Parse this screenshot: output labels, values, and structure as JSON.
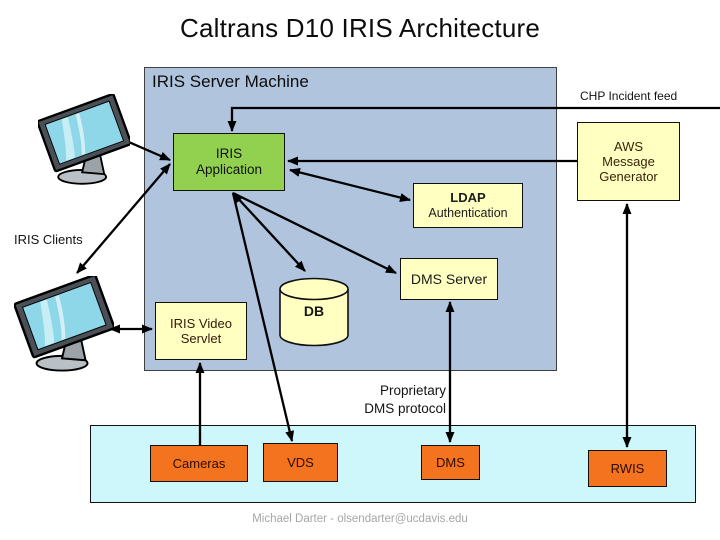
{
  "slide": {
    "title": "Caltrans D10 IRIS Architecture",
    "footer": "Michael Darter - olsendarter@ucdavis.edu"
  },
  "labels": {
    "chp_feed": "CHP Incident feed",
    "iris_clients": "IRIS Clients",
    "dms_protocol": "Proprietary\nDMS protocol"
  },
  "server_machine": {
    "label": "IRIS Server Machine",
    "nodes": {
      "iris_application": "IRIS\nApplication",
      "ldap_title": "LDAP",
      "ldap_sub": "Authentication",
      "dms_server": "DMS Server",
      "db": "DB",
      "iris_video_servlet": "IRIS Video\nServlet"
    }
  },
  "external_nodes": {
    "aws_message_generator": "AWS\nMessage\nGenerator"
  },
  "field_devices": {
    "cameras": "Cameras",
    "vds": "VDS",
    "dms": "DMS",
    "rwis": "RWIS"
  },
  "colors": {
    "server_box_fill": "#b0c4de",
    "application_green": "#92d050",
    "service_yellow": "#ffffc2",
    "device_orange": "#f4731f",
    "field_band_cyan": "#cdf7fa",
    "connector_black": "#000000",
    "footer_gray": "#a6a6a6"
  }
}
